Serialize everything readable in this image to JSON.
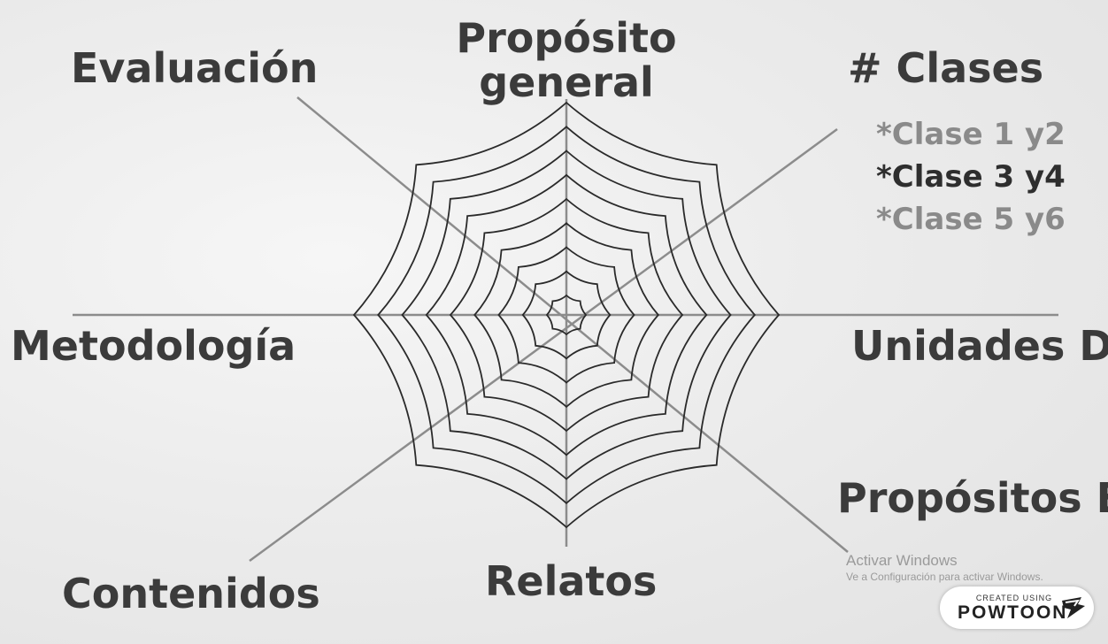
{
  "axes": {
    "top": [
      "Propósito",
      "general"
    ],
    "top_left": "Evaluación",
    "top_right": "# Clases",
    "left": "Metodología",
    "right": "Unidades D",
    "bottom_right": "Propósitos E",
    "bottom_left": "Contenidos",
    "bottom": "Relatos"
  },
  "clases_list": [
    {
      "text": "*Clase 1 y2",
      "color": "#8a8a8a"
    },
    {
      "text": "*Clase 3 y4",
      "color": "#2e2e2e"
    },
    {
      "text": "*Clase 5 y6",
      "color": "#8a8a8a"
    }
  ],
  "watermark": {
    "title": "Activar Windows",
    "subtitle": "Ve a Configuración para activar Windows."
  },
  "badge": {
    "top": "CREATED USING",
    "main": "POWTOON"
  },
  "colors": {
    "text": "#3b3b3b",
    "web": "#2a2a2a",
    "axis": "#8c8c8c"
  },
  "web": {
    "rings": 9,
    "spokes": 8
  }
}
